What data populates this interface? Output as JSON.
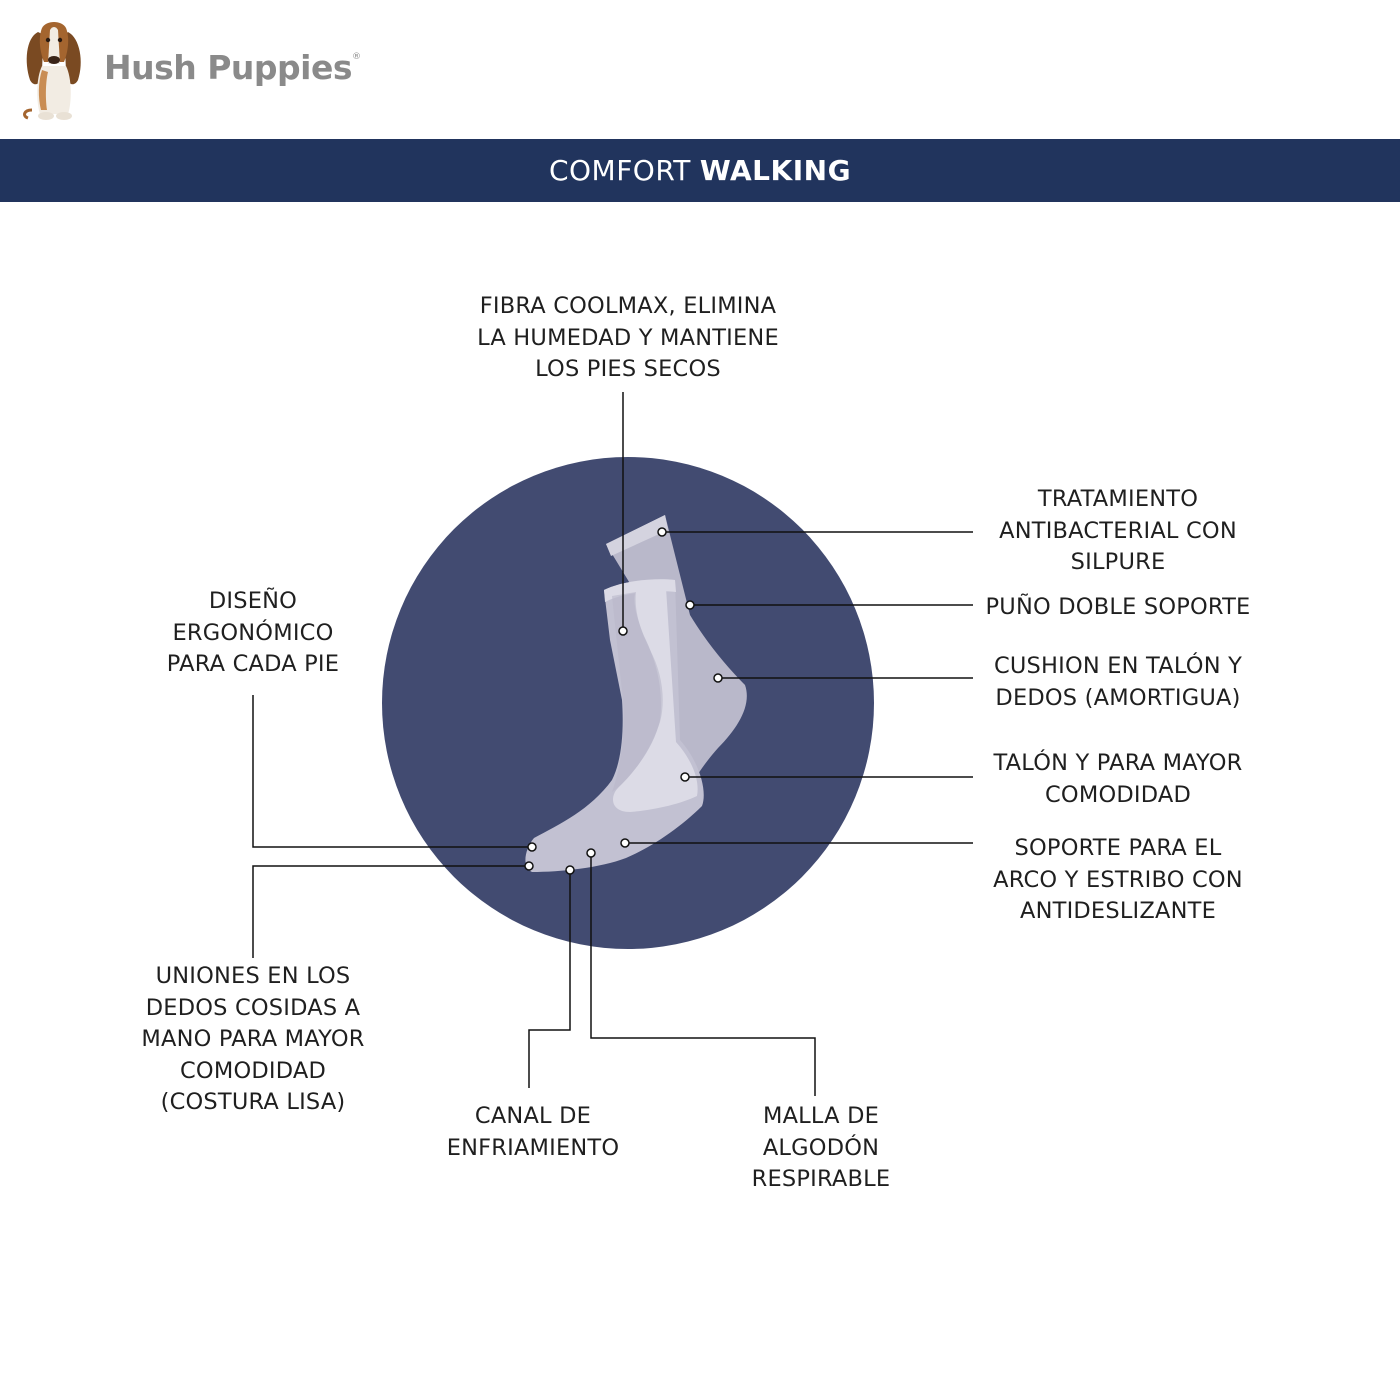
{
  "brand": {
    "name": "Hush Puppies",
    "registered_mark": "®",
    "mascot_icon": "basset-hound-icon"
  },
  "banner": {
    "light_text": "COMFORT",
    "bold_text": "WALKING",
    "background_color": "#21345d"
  },
  "diagram": {
    "circle_color": "#424b71",
    "sock_colors": [
      "#c2c1d2",
      "#b9b8ca",
      "#dcdbe6"
    ],
    "callouts": {
      "coolmax": "FIBRA COOLMAX, ELIMINA\nLA HUMEDAD Y MANTIENE\nLOS PIES SECOS",
      "antibacterial": "TRATAMIENTO\nANTIBACTERIAL CON\nSILPURE",
      "cuff": "PUÑO DOBLE SOPORTE",
      "cushion": "CUSHION EN TALÓN Y\nDEDOS (AMORTIGUA)",
      "heel": "TALÓN Y PARA MAYOR\nCOMODIDAD",
      "arch": "SOPORTE PARA EL\nARCO Y ESTRIBO CON\nANTIDESLIZANTE",
      "ergonomic": "DISEÑO\nERGONÓMICO\nPARA CADA PIE",
      "toe_seams": "UNIONES EN LOS\nDEDOS COSIDAS A\nMANO PARA MAYOR\nCOMODIDAD\n(COSTURA LISA)",
      "cooling": "CANAL DE\nENFRIAMIENTO",
      "mesh": "MALLA DE\nALGODÓN\nRESPIRABLE"
    }
  }
}
